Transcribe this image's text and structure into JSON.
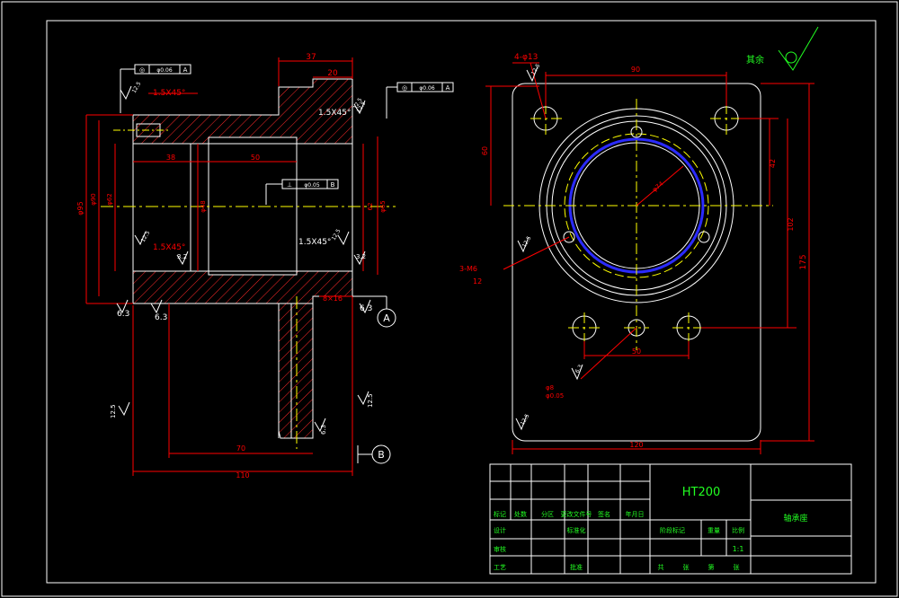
{
  "colors": {
    "background": "#000000",
    "outline": "#ffffff",
    "dimension": "#ff0000",
    "hatch": "#ff2a2a",
    "center_line": "#ffff00",
    "section_ring": "#2a2aff",
    "title_block_text": "#22ff22"
  },
  "front_view": {
    "dims": {
      "d37": "37",
      "d20": "20",
      "d38": "38",
      "d50": "50",
      "d70": "70",
      "d110": "110",
      "d8x16": "8×16",
      "phi95": "φ95",
      "phi90": "φ90",
      "phi62": "φ62",
      "phi48": "φ48",
      "d62": "62",
      "phi65": "φ65"
    },
    "chamfers": {
      "c1": "1.5X45°",
      "c2": "1.5X45°",
      "c3": "1.5X45°",
      "c4": "1.5X45°"
    },
    "roughness": {
      "r1": "12.5",
      "r2": "12.5",
      "r3": "3.2",
      "r4": "3.2",
      "r5": "6.3",
      "r6": "6.3",
      "r7": "6.3",
      "r8": "12.5",
      "r9": "12.5",
      "r10": "6.3",
      "r11": "12.5",
      "r12": "12.5",
      "r13": "12.5"
    },
    "tolerance_frames": {
      "t1": {
        "symbol": "◎",
        "value": "φ0.06",
        "datum": "A"
      },
      "t2": {
        "symbol": "◎",
        "value": "φ0.06",
        "datum": "A"
      },
      "t3": {
        "symbol": "⊥",
        "value": "φ0.05",
        "datum": "B"
      }
    },
    "datums": {
      "a": "A",
      "b": "B"
    }
  },
  "side_view": {
    "dims": {
      "d90": "90",
      "d60": "60",
      "d42": "42",
      "d102": "102",
      "d175": "175",
      "d50": "50",
      "d120": "120",
      "phi74": "φ74"
    },
    "callouts": {
      "holes": "4-φ13",
      "threads": "3-M6",
      "thread_depth": "12",
      "pin_holes": "φ8",
      "pin_holes2": "φ0.05"
    },
    "roughness": {
      "r1": "12.5",
      "r2": "12.5",
      "r3": "6.3",
      "r4": "12.5"
    },
    "top_right_mark": "其余"
  },
  "title_block": {
    "material": "HT200",
    "part_name": "轴承座",
    "scale": "1:1",
    "row_labels": [
      "标记",
      "处数",
      "分区",
      "更改文件号",
      "签名",
      "年月日"
    ],
    "left_labels": [
      "设计",
      "审核",
      "工艺",
      "标准化",
      "批准"
    ],
    "mid_labels": [
      "阶段标记",
      "重量",
      "比例"
    ],
    "bottom_labels": [
      "共",
      "张",
      "第",
      "张"
    ]
  }
}
